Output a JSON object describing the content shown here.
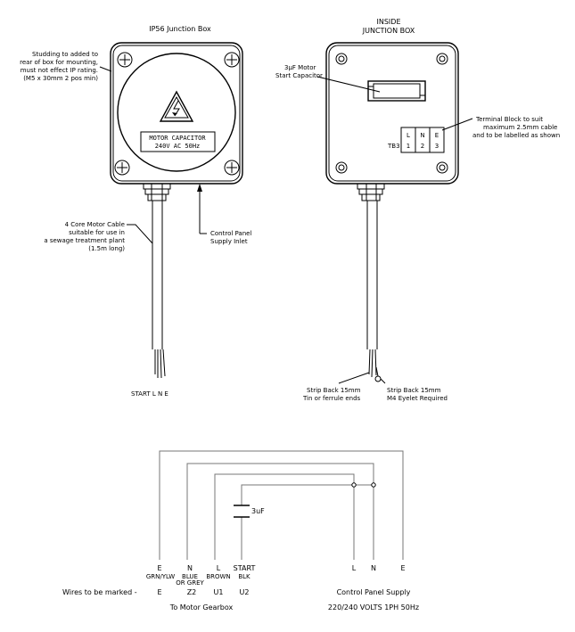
{
  "titles": {
    "left_box": "IP56 Junction Box",
    "right_box_line1": "INSIDE",
    "right_box_line2": "JUNCTION BOX"
  },
  "left_labels": {
    "studding": [
      "Studding to added to",
      "rear of box for mounting,",
      "must not effect IP rating.",
      "(M5 x 30mm 2 pos min)"
    ],
    "nameplate_line1": "MOTOR CAPACITOR",
    "nameplate_line2": "240V AC 50Hz",
    "cable": [
      "4 Core Motor Cable",
      "suitable for use in",
      "a sewage treatment plant",
      "(1.5m long)"
    ],
    "inlet": [
      "Control Panel",
      "Supply Inlet"
    ],
    "wire_ends": "START L N E"
  },
  "right_labels": {
    "capacitor": [
      "3µF Motor",
      "Start Capacitor"
    ],
    "terminal_note": [
      "Terminal Block to suit",
      "maximum 2.5mm cable",
      "and to be labelled as shown"
    ],
    "tb_name": "TB3",
    "tb_top": [
      "L",
      "N",
      "E"
    ],
    "tb_bottom": [
      "1",
      "2",
      "3"
    ],
    "strip_left": [
      "Strip Back 15mm",
      "Tin or ferrule ends"
    ],
    "strip_right": [
      "Strip Back 15mm",
      "M4 Eyelet Required"
    ]
  },
  "schematic": {
    "cap_label": "3uF",
    "motor_terms": [
      "E",
      "N",
      "L",
      "START"
    ],
    "motor_colours": [
      "GRN/YLW",
      "BLUE",
      "BROWN",
      "BLK"
    ],
    "motor_colour_extra": "OR GREY",
    "supply_terms": [
      "L",
      "N",
      "E"
    ],
    "marks_prefix": "Wires to be marked -",
    "marks": [
      "E",
      "Z2",
      "U1",
      "U2"
    ],
    "motor_caption": "To Motor Gearbox",
    "supply_caption_line1": "Control Panel Supply",
    "supply_caption_line2": "220/240 VOLTS 1PH 50Hz"
  }
}
